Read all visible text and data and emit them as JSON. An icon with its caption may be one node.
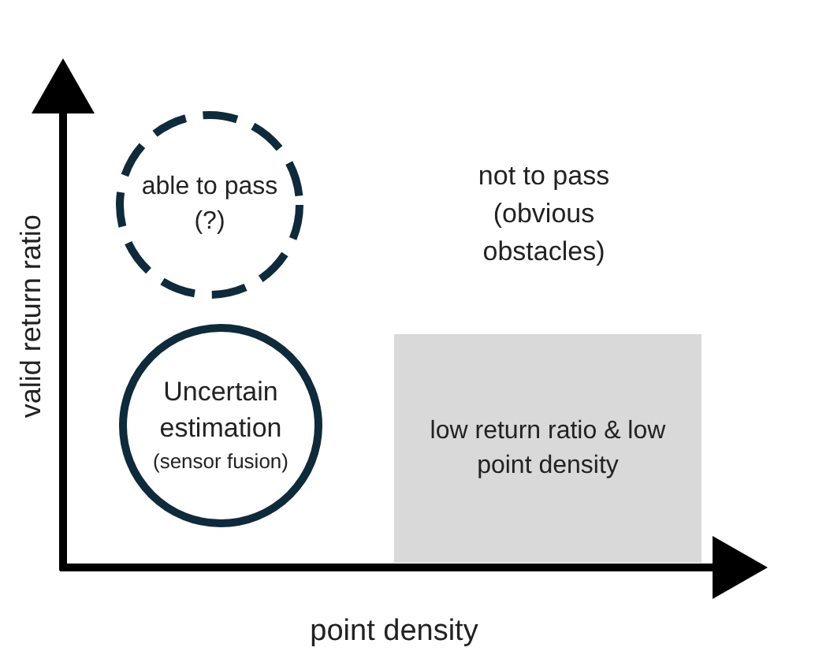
{
  "diagram": {
    "nodes": [
      {
        "text": [
          "able to pass (?)"
        ]
      },
      {
        "text": [
          "Uncertain estimation",
          "(sensor fusion)"
        ]
      },
      {
        "text": [
          "low return ratio & low point density"
        ]
      }
    ],
    "labels": [
      "not to pass (obvious obstacles)",
      "valid return ratio",
      "point density"
    ]
  }
}
